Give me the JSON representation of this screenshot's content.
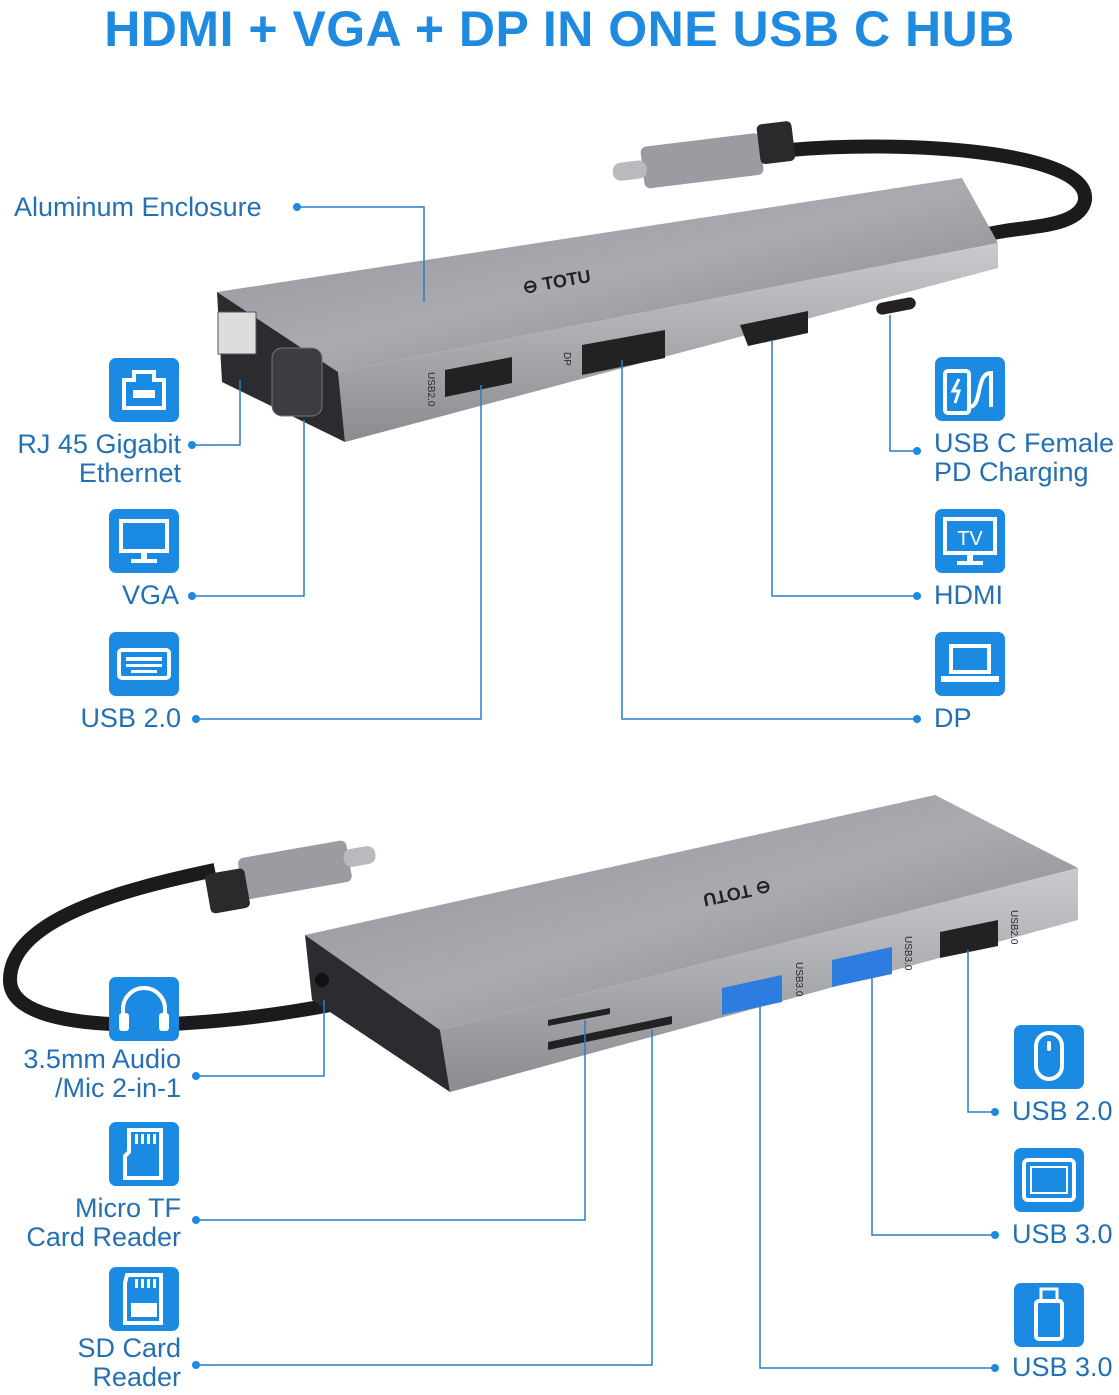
{
  "title": "HDMI + VGA + DP IN ONE USB C HUB",
  "brand": "TOTU",
  "colors": {
    "accent": "#1a8ae2",
    "label_text": "#2470b5",
    "leader_line": "#2a7dc8"
  },
  "top_hub": {
    "port_markings": [
      "USB2.0",
      "DP"
    ],
    "labels": {
      "enclosure": "Aluminum Enclosure",
      "rj45_line1": "RJ 45 Gigabit",
      "rj45_line2": "Ethernet",
      "vga": "VGA",
      "usb20": "USB 2.0",
      "usbc_line1": "USB C Female",
      "usbc_line2": "PD Charging",
      "hdmi": "HDMI",
      "dp": "DP"
    },
    "icons": {
      "rj45": "ethernet-port-icon",
      "vga": "monitor-icon",
      "usb20": "keyboard-icon",
      "usbc": "charging-plug-icon",
      "hdmi": "tv-icon",
      "dp": "laptop-icon"
    },
    "tv_icon_text": "TV"
  },
  "bottom_hub": {
    "port_markings": [
      "USB3.0",
      "USB3.0",
      "USB2.0"
    ],
    "labels": {
      "audio_line1": "3.5mm Audio",
      "audio_line2": "/Mic 2-in-1",
      "tf_line1": "Micro TF",
      "tf_line2": "Card Reader",
      "sd_line1": "SD Card",
      "sd_line2": "Reader",
      "usb20": "USB 2.0",
      "usb30_a": "USB 3.0",
      "usb30_b": "USB 3.0"
    },
    "icons": {
      "audio": "headphones-icon",
      "tf": "micro-sd-card-icon",
      "sd": "sd-card-icon",
      "usb20": "mouse-icon",
      "usb30_a": "tablet-icon",
      "usb30_b": "usb-drive-icon"
    }
  }
}
